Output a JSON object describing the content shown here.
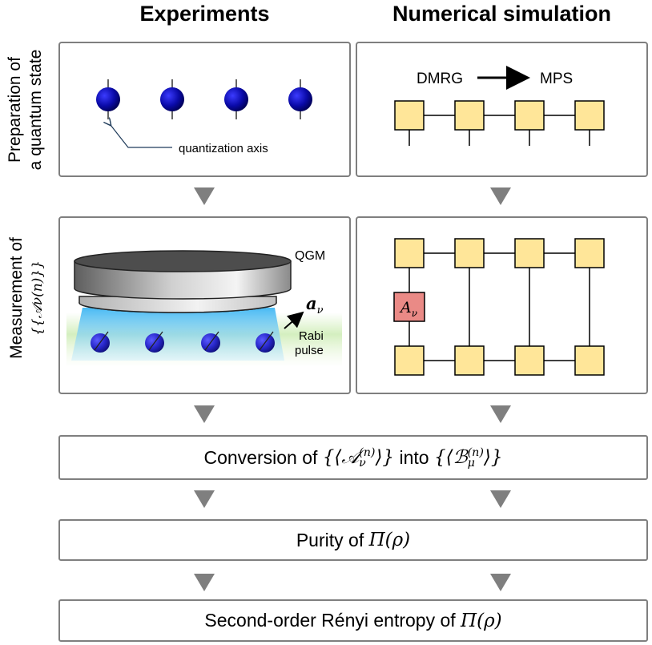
{
  "columns": {
    "experiments": "Experiments",
    "simulation": "Numerical simulation"
  },
  "rows": {
    "preparation": [
      "Preparation of",
      "a quantum state"
    ],
    "measurement": [
      "Measurement of",
      "{𝒜ν(n)}"
    ]
  },
  "experiment_panel1": {
    "axis_label": "quantization axis"
  },
  "simulation_panel1": {
    "dmrg": "DMRG",
    "mps": "MPS"
  },
  "experiment_panel2": {
    "qgm": "QGM",
    "a_nu": "a",
    "a_nu_sub": "ν",
    "rabi": [
      "Rabi",
      "pulse"
    ]
  },
  "simulation_panel2": {
    "operator": "A",
    "operator_sub": "ν"
  },
  "steps": {
    "conversion_prefix": "Conversion of",
    "conversion_a": "{⟨𝒜",
    "conversion_a_idx": "ν",
    "conversion_a_sup": "(n)",
    "conversion_a_close": "⟩}",
    "conversion_mid": "into",
    "conversion_b": "{⟨ℬ",
    "conversion_b_idx": "μ",
    "conversion_b_sup": "(n)",
    "conversion_b_close": "⟩}",
    "purity_prefix": "Purity of",
    "purity_math": "Π(ρ)",
    "renyi_prefix": "Second-order Rényi entropy of",
    "renyi_math": "Π(ρ)"
  },
  "colors": {
    "border": "#7f7f7f",
    "tensor_fill": "#ffe699",
    "operator_fill": "#ea8a86",
    "atom": "#0a0aa8",
    "beam": "#4fc3f7",
    "arrow": "#7f7f7f"
  }
}
